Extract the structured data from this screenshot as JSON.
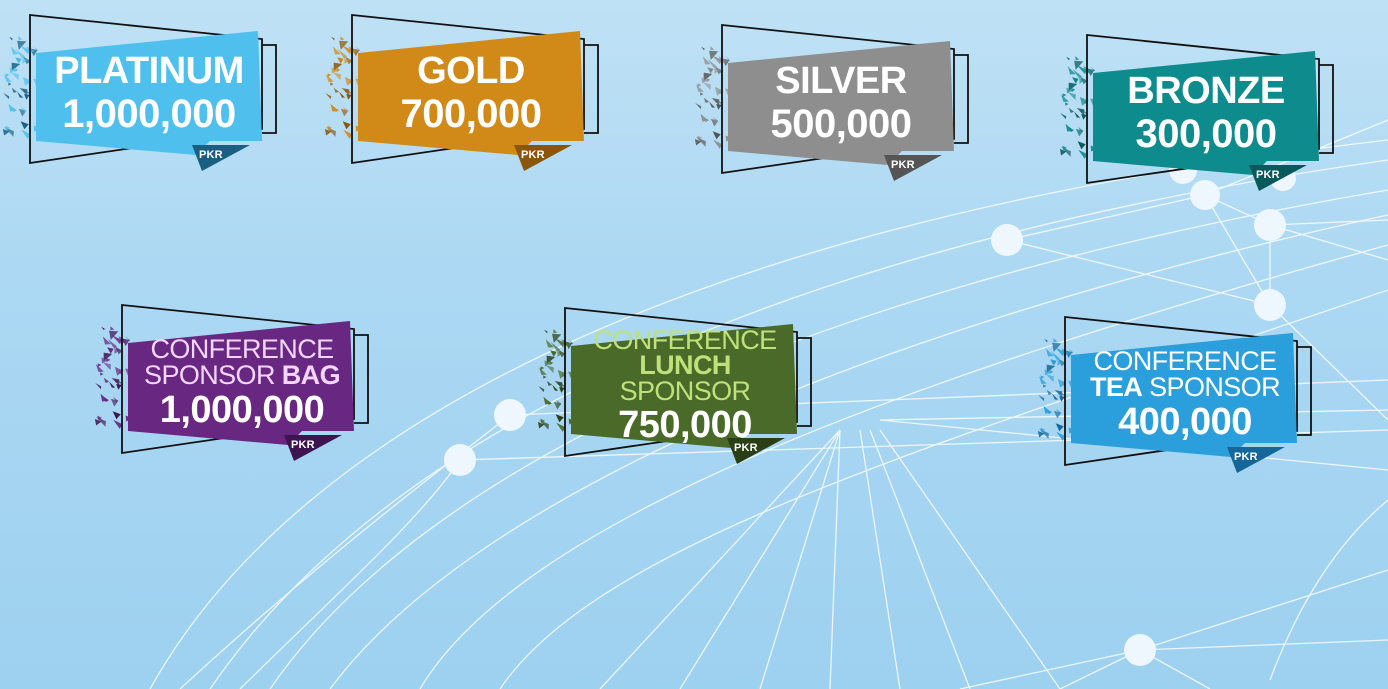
{
  "currency": "PKR",
  "tiers": [
    {
      "key": "platinum",
      "title": "PLATINUM",
      "amount": "1,000,000",
      "color": "#4fc0ee",
      "dark": "#1a5f82"
    },
    {
      "key": "gold",
      "title": "GOLD",
      "amount": "700,000",
      "color": "#d18a18",
      "dark": "#8a5608"
    },
    {
      "key": "silver",
      "title": "SILVER",
      "amount": "500,000",
      "color": "#8e8e8e",
      "dark": "#555555"
    },
    {
      "key": "bronze",
      "title": "BRONZE",
      "amount": "300,000",
      "color": "#0e8b8d",
      "dark": "#07595b"
    }
  ],
  "sponsors": [
    {
      "key": "bag",
      "line1": "CONFERENCE",
      "line2_a": "SPONSOR",
      "line2_b": "BAG",
      "amount": "1,000,000",
      "color": "#682781",
      "dark": "#3e1450",
      "accent": "#f3d6ff"
    },
    {
      "key": "lunch",
      "line1": "CONFERENCE",
      "line2_a": "LUNCH",
      "line2_b": "SPONSOR",
      "amount": "750,000",
      "color": "#4a6a2a",
      "dark": "#2a3f15",
      "accent": "#bfe07a"
    },
    {
      "key": "tea",
      "line1": "CONFERENCE",
      "line2_a": "TEA",
      "line2_b": "SPONSOR",
      "amount": "400,000",
      "color": "#2b9fdb",
      "dark": "#15679a",
      "accent": "#ffffff"
    }
  ]
}
